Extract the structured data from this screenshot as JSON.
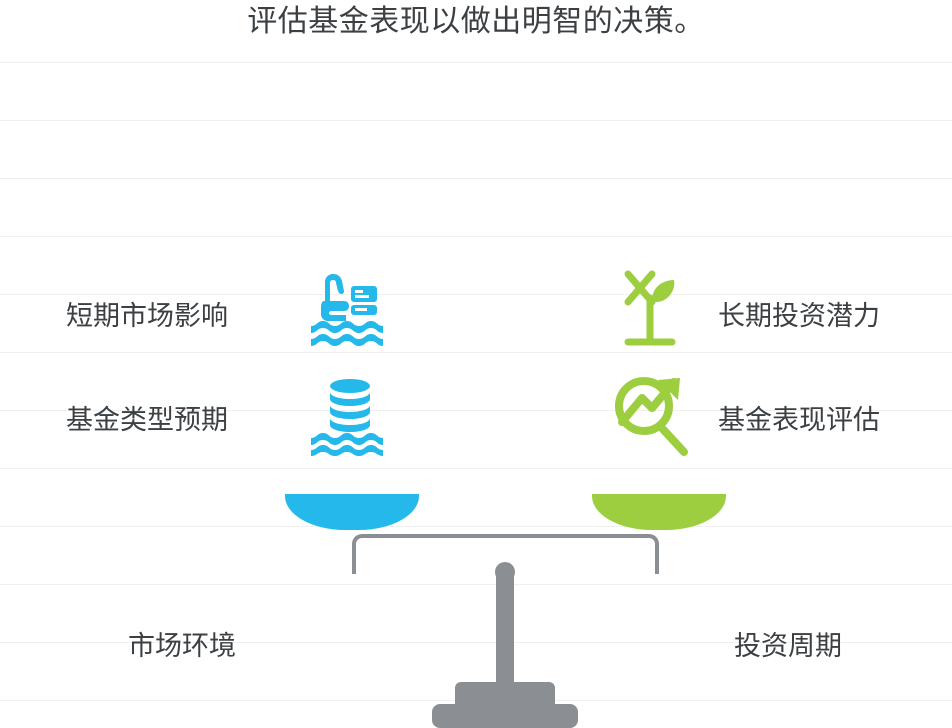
{
  "title": "评估基金表现以做出明智的决策。",
  "colors": {
    "left_accent": "#25b8ea",
    "right_accent": "#9cce3f",
    "scale_gray": "#8b8f93",
    "text": "#3c4043",
    "guide_line": "#f0f0f0"
  },
  "left_side": {
    "items": [
      {
        "label": "短期市场影响",
        "icon": "wave-hand-coin-icon"
      },
      {
        "label": "基金类型预期",
        "icon": "coin-stack-wave-icon"
      }
    ],
    "base_label": "市场环境"
  },
  "right_side": {
    "items": [
      {
        "label": "长期投资潜力",
        "icon": "sprout-growth-icon"
      },
      {
        "label": "基金表现评估",
        "icon": "magnifier-trend-arrow-icon"
      }
    ],
    "base_label": "投资周期"
  },
  "scale": {
    "left_pan": "left-balance-pan",
    "right_pan": "right-balance-pan",
    "pivot": "balance-pivot",
    "stand": "balance-stand"
  },
  "guide_lines_y": [
    62,
    120,
    178,
    236,
    294,
    352,
    410,
    468,
    526,
    584,
    642,
    700
  ]
}
